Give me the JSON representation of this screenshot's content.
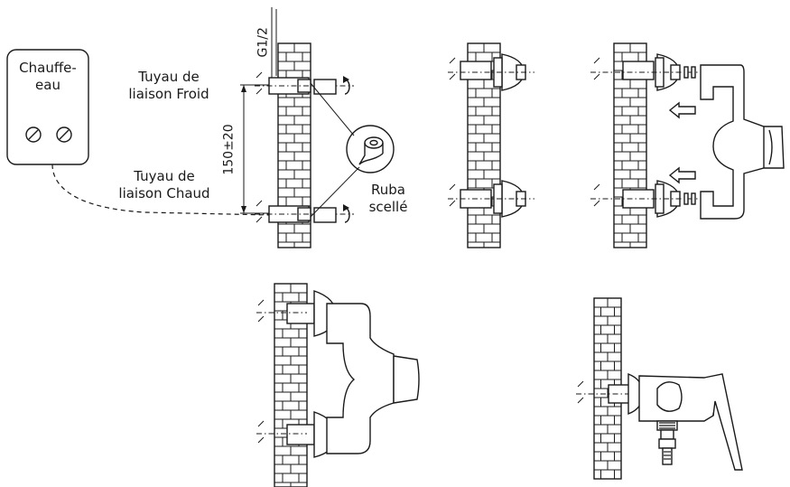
{
  "labels": {
    "heater": "Chauffe-\neau",
    "cold_pipe": "Tuyau de\nliaison Froid",
    "hot_pipe": "Tuyau de\nliaison Chaud",
    "tape": "Ruba\nscellé",
    "thread": "G1/2",
    "spacing": "150±20"
  },
  "icons": {
    "rotate": "rotate-arrow",
    "insert": "insert-arrow"
  },
  "colors": {
    "line": "#1a1a1a",
    "background": "#ffffff"
  }
}
